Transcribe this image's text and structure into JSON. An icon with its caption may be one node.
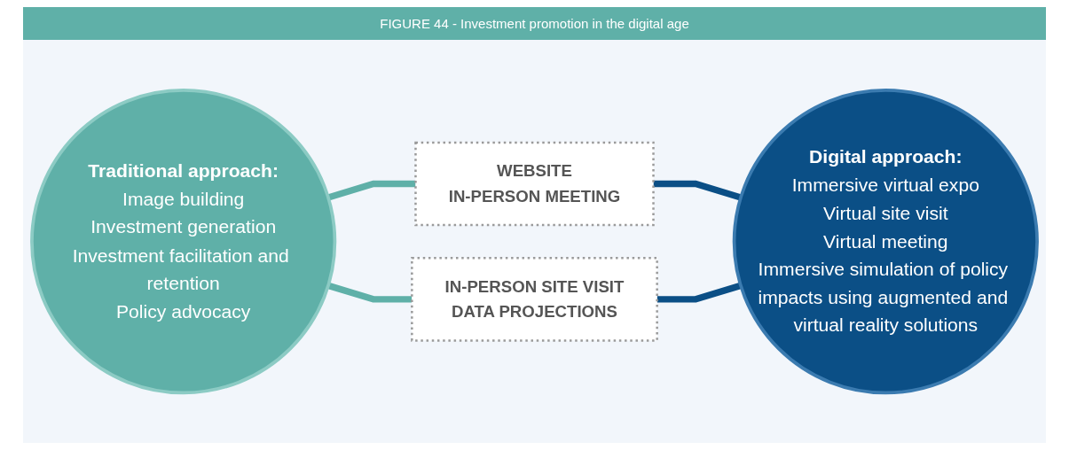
{
  "diagram": {
    "title": "FIGURE 44 - Investment promotion in the digital age",
    "nodes": [
      {
        "text": [
          "Traditional approach:",
          "Image building",
          "Investment generation",
          "Investment facilitation and retention",
          "Policy advocacy"
        ]
      },
      {
        "text": [
          "WEBSITE",
          "IN-PERSON MEETING"
        ]
      },
      {
        "text": [
          "IN-PERSON SITE VISIT",
          "DATA PROJECTIONS"
        ]
      },
      {
        "text": [
          "Digital approach:",
          "Immersive virtual expo",
          "Virtual site visit",
          "Virtual meeting",
          "Immersive simulation of policy impacts using augmented and virtual reality solutions"
        ]
      }
    ],
    "edges": [
      {
        "from": 0,
        "to": 1,
        "arrow": "none",
        "color": "#5fb0a8"
      },
      {
        "from": 0,
        "to": 2,
        "arrow": "none",
        "color": "#5fb0a8"
      },
      {
        "from": 1,
        "to": 3,
        "arrow": "none",
        "color": "#0b4f86"
      },
      {
        "from": 2,
        "to": 3,
        "arrow": "none",
        "color": "#0b4f86"
      }
    ]
  }
}
